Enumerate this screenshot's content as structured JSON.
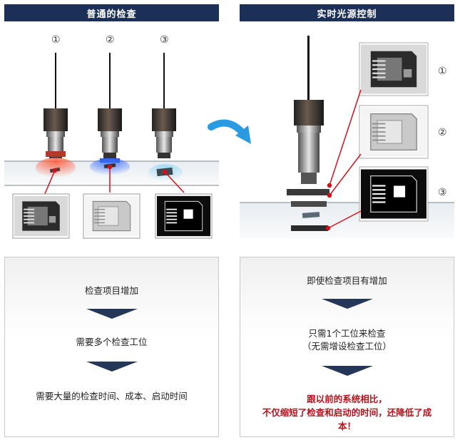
{
  "left": {
    "title": "普通的检查",
    "camera_numbers": [
      "①",
      "②",
      "③"
    ],
    "steps": [
      "检查项目增加",
      "需要多个检查工位",
      "需要大量的检查时间、成本、启动时间"
    ]
  },
  "right": {
    "title": "实时光源控制",
    "image_numbers": [
      "①",
      "②",
      "③"
    ],
    "steps": [
      "即使检查项目有增加",
      "只需1个工位来检查",
      "（无需增设检查工位）"
    ],
    "result_lines": [
      "跟以前的系统相比，",
      "不仅缩短了检查和启动的时间，还降低了成",
      "本！"
    ]
  },
  "colors": {
    "header_bg": "#1b2f57",
    "arrow": "#243758",
    "accent_red": "#b5121b",
    "flow_arrow": "#2a9be0"
  }
}
